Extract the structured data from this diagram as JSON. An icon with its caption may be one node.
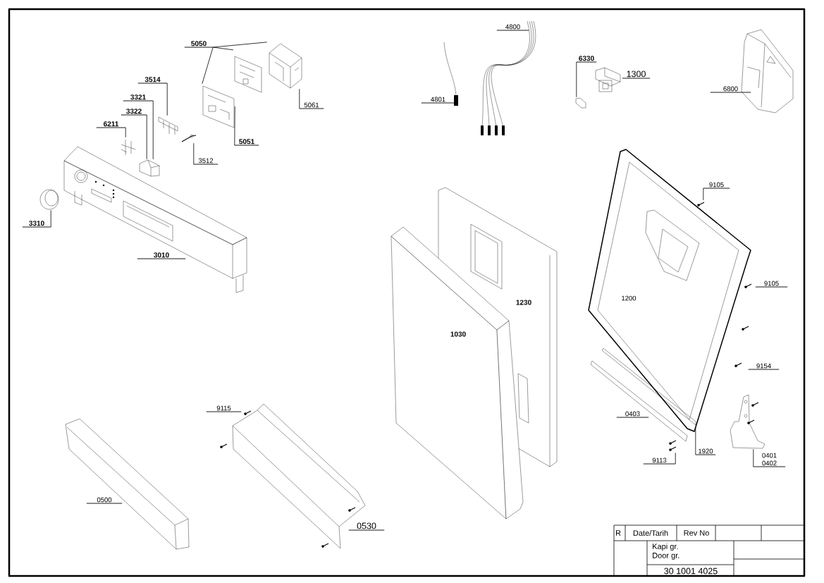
{
  "diagram": {
    "nodes": [
      {
        "text": [
          "5050"
        ]
      },
      {
        "text": [
          "3514"
        ]
      },
      {
        "text": [
          "3321"
        ]
      },
      {
        "text": [
          "3322"
        ]
      },
      {
        "text": [
          "6211"
        ]
      },
      {
        "text": [
          "5061"
        ]
      },
      {
        "text": [
          "5051"
        ]
      },
      {
        "text": [
          "3512"
        ]
      },
      {
        "text": [
          "3310"
        ]
      },
      {
        "text": [
          "6330"
        ]
      },
      {
        "text": [
          "9105"
        ]
      },
      {
        "text": [
          "1920"
        ]
      },
      {
        "text": [
          "9113"
        ]
      },
      {
        "text": [
          "0401",
          "0402"
        ]
      },
      {
        "text": [],
        "shape": "picture"
      },
      {
        "text": [],
        "shape": "picture"
      },
      {
        "text": [],
        "shape": "picture"
      },
      {
        "text": [],
        "shape": "picture"
      },
      {
        "text": [],
        "shape": "picture"
      },
      {
        "text": [],
        "shape": "picture"
      },
      {
        "text": [],
        "shape": "picture"
      },
      {
        "text": [],
        "shape": "picture"
      },
      {
        "text": [],
        "shape": "picture"
      },
      {
        "text": [],
        "shape": "picture"
      },
      {
        "text": [],
        "shape": "picture"
      },
      {
        "text": [],
        "shape": "picture"
      },
      {
        "text": [],
        "shape": "picture"
      }
    ],
    "edges": [
      {
        "from": 0,
        "to": 14,
        "arrow": "none"
      },
      {
        "from": 0,
        "to": 15,
        "arrow": "none"
      },
      {
        "from": 0,
        "to": 16,
        "arrow": "none"
      },
      {
        "from": 1,
        "to": 17,
        "arrow": "none"
      },
      {
        "from": 2,
        "to": 18,
        "arrow": "none"
      },
      {
        "from": 3,
        "to": 18,
        "arrow": "none"
      },
      {
        "from": 4,
        "to": 19,
        "arrow": "none"
      },
      {
        "from": 5,
        "to": 14,
        "arrow": "none"
      },
      {
        "from": 6,
        "to": 16,
        "arrow": "none"
      },
      {
        "from": 7,
        "to": 20,
        "arrow": "none"
      },
      {
        "from": 8,
        "to": 21,
        "arrow": "none"
      },
      {
        "from": 9,
        "to": 22,
        "arrow": "none"
      },
      {
        "from": 10,
        "to": 23,
        "arrow": "none"
      },
      {
        "from": 11,
        "to": 24,
        "arrow": "none"
      },
      {
        "from": 12,
        "to": 25,
        "arrow": "none"
      },
      {
        "from": 13,
        "to": 26,
        "arrow": "none"
      }
    ],
    "labels": [
      "3010",
      "4800",
      "4801",
      "1300",
      "6800",
      "9105",
      "1200",
      "1230",
      "1030",
      "9154",
      "0403",
      "9115",
      "0500",
      "0530",
      "R",
      "Date/Tarih",
      "Rev No",
      "Kapi gr.",
      "Door gr.",
      "30 1001 4025"
    ]
  }
}
